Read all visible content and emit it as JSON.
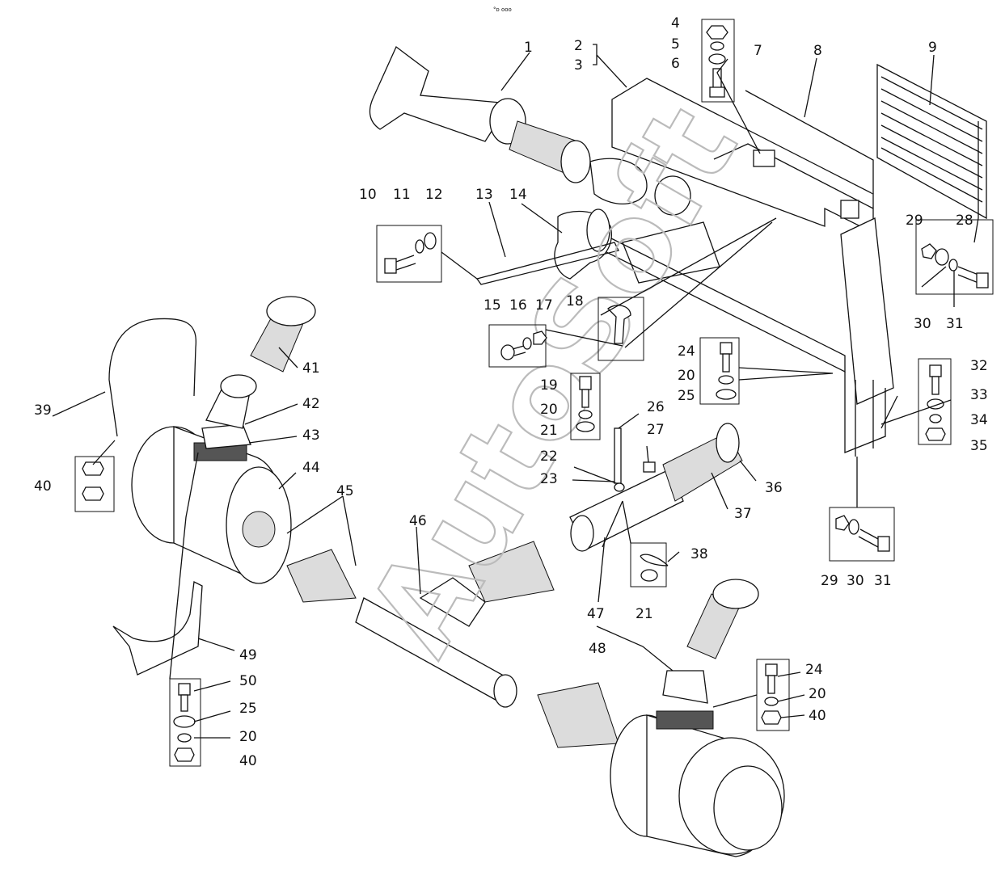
{
  "header_mark": "°ᴅ ooo",
  "watermark": "AutoSoft",
  "callouts": [
    "1",
    "2",
    "3",
    "4",
    "5",
    "6",
    "7",
    "8",
    "9",
    "10",
    "11",
    "12",
    "13",
    "14",
    "15",
    "16",
    "17",
    "18",
    "19",
    "20",
    "21",
    "22",
    "23",
    "24",
    "25",
    "26",
    "27",
    "28",
    "29",
    "30",
    "31",
    "32",
    "33",
    "34",
    "35",
    "36",
    "37",
    "38",
    "39",
    "40",
    "41",
    "42",
    "43",
    "44",
    "45",
    "46",
    "47",
    "48",
    "49",
    "50"
  ],
  "repeat_labels": {
    "l20": "20",
    "l21": "21",
    "l24": "24",
    "l25": "25",
    "l29": "29",
    "l30": "30",
    "l31": "31",
    "l40": "40"
  }
}
